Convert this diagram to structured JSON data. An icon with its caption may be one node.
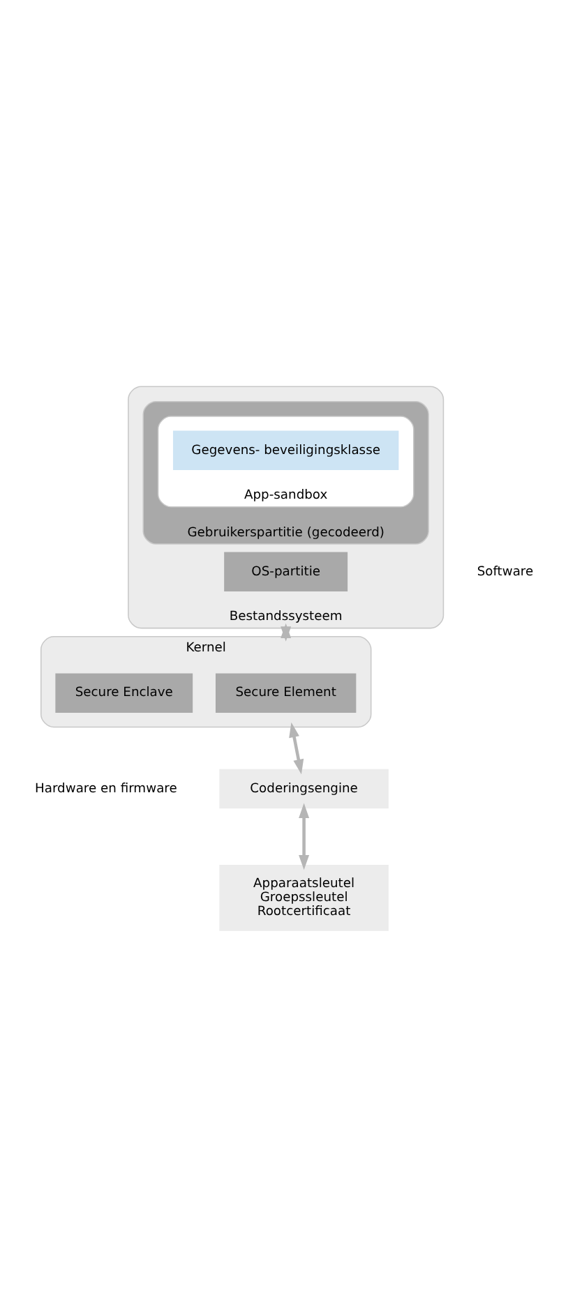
{
  "diagram": {
    "nodes": [
      {
        "text": [
          "Bestandssysteem"
        ]
      },
      {
        "text": [
          "Gebruikerspartitie (gecodeerd)"
        ],
        "in": 0
      },
      {
        "text": [
          "App-sandbox"
        ],
        "in": 1
      },
      {
        "text": [
          "Gegevens- beveiligingsklasse"
        ],
        "in": 2
      },
      {
        "text": [
          "OS-partitie"
        ],
        "in": 0
      },
      {
        "text": [
          "Kernel"
        ]
      },
      {
        "text": [
          "Secure Enclave"
        ],
        "in": 5
      },
      {
        "text": [
          "Secure Element"
        ],
        "in": 5
      },
      {
        "text": [
          "Coderingsengine"
        ]
      },
      {
        "text": [
          "Apparaatsleutel",
          "Groepssleutel",
          "Rootcertificaat"
        ]
      }
    ],
    "edges": [
      {
        "from": 0,
        "to": 5,
        "arrow": "both"
      },
      {
        "from": 5,
        "to": 8,
        "arrow": "both"
      },
      {
        "from": 8,
        "to": 9,
        "arrow": "both"
      }
    ],
    "labels": [
      "Software",
      "Hardware en firmware"
    ]
  }
}
